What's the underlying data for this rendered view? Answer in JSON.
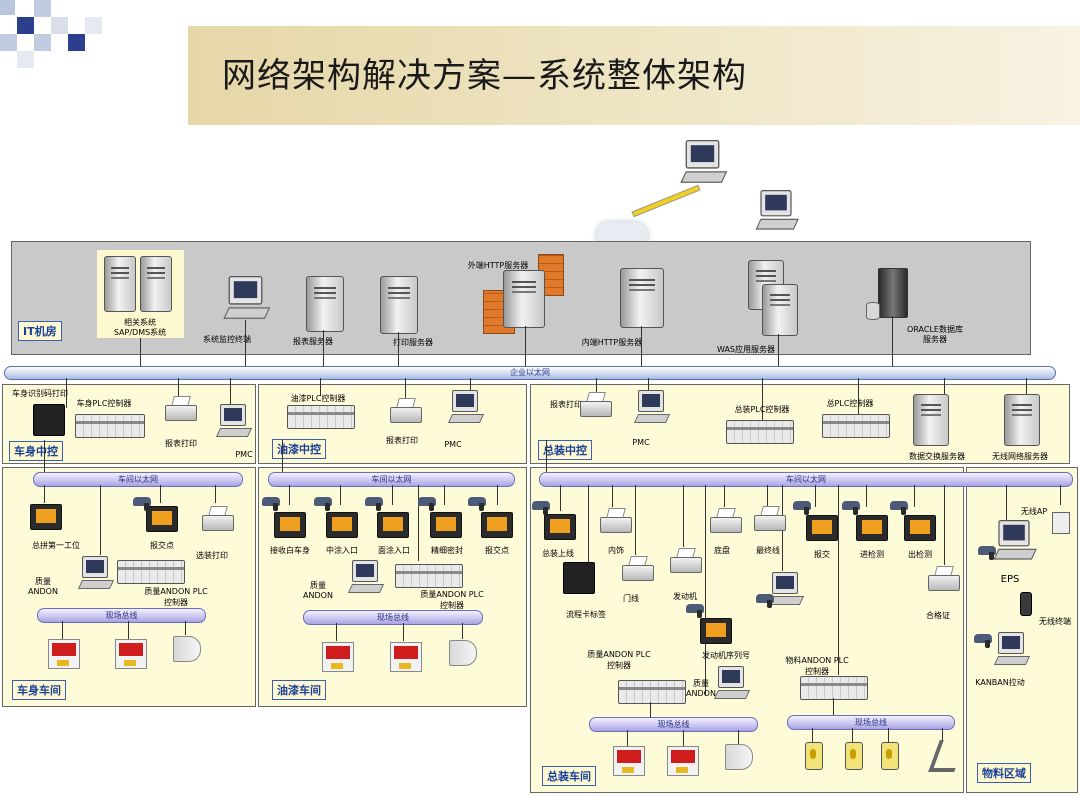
{
  "title": "网络架构解决方案—系统整体架构",
  "zones": {
    "it_room": "IT机房",
    "body_control": "车身中控",
    "paint_control": "油漆中控",
    "assembly_control": "总装中控",
    "body_workshop": "车身车间",
    "paint_workshop": "油漆车间",
    "assembly_workshop": "总装车间",
    "material_area": "物料区域"
  },
  "buses": {
    "enterprise_ethernet": "企业以太网",
    "workshop_ethernet_1": "车间以太网",
    "workshop_ethernet_2": "车间以太网",
    "workshop_ethernet_3": "车间以太网",
    "field_bus_1": "现场总线",
    "field_bus_2": "现场总线",
    "field_bus_3": "现场总线",
    "field_bus_4": "现场总线"
  },
  "it_room": {
    "related_systems_1": "相关系统",
    "related_systems_2": "SAP/DMS系统",
    "monitor_terminal": "系统监控终端",
    "report_server": "报表服务器",
    "print_server": "打印服务器",
    "external_http": "外端HTTP服务器",
    "internal_http": "内端HTTP服务器",
    "was_server": "WAS应用服务器",
    "oracle_1": "ORACLE数据库",
    "oracle_2": "服务器"
  },
  "body_control": {
    "id_print": "车身识别码打印",
    "plc": "车身PLC控制器",
    "report_print": "报表打印",
    "pmc": "PMC"
  },
  "paint_control": {
    "plc": "油漆PLC控制器",
    "report_print": "报表打印",
    "pmc": "PMC"
  },
  "assembly_control": {
    "report_print": "报表打印",
    "pmc": "PMC",
    "plc1": "总装PLC控制器",
    "plc2": "总PLC控制器",
    "data_exchange": "数据交换服务器",
    "wireless_server": "无线网络服务器"
  },
  "body_workshop": {
    "first_station": "总拼第一工位",
    "report_point": "报交点",
    "option_print": "选装打印",
    "quality_andon_1": "质量",
    "quality_andon_2": "ANDON",
    "andon_plc_1": "质量ANDON PLC",
    "andon_plc_2": "控制器"
  },
  "paint_workshop": {
    "receive_body": "接收白车身",
    "mid_coat_in": "中涂入口",
    "top_coat_in": "面涂入口",
    "fine_seal": "精细密封",
    "report_point": "报交点",
    "quality_andon_1": "质量",
    "quality_andon_2": "ANDON",
    "andon_plc_1": "质量ANDON PLC",
    "andon_plc_2": "控制器"
  },
  "assembly_workshop": {
    "line_on": "总装上线",
    "interior": "内饰",
    "door_line": "门线",
    "engine": "发动机",
    "chassis": "底盘",
    "final_line": "最终线",
    "report": "报交",
    "in_test": "进检测",
    "out_test": "出检测",
    "certificate": "合格证",
    "process_card": "流程卡标签",
    "engine_seq": "发动机序列号",
    "andon_plc_1": "质量ANDON PLC",
    "andon_plc_2": "控制器",
    "quality_andon_1": "质量",
    "quality_andon_2": "ANDON",
    "material_plc_1": "物料ANDON PLC",
    "material_plc_2": "控制器"
  },
  "material_area": {
    "wireless_ap": "无线AP",
    "eps": "EPS",
    "wireless_terminal": "无线终端",
    "kanban": "KANBAN拉动"
  }
}
